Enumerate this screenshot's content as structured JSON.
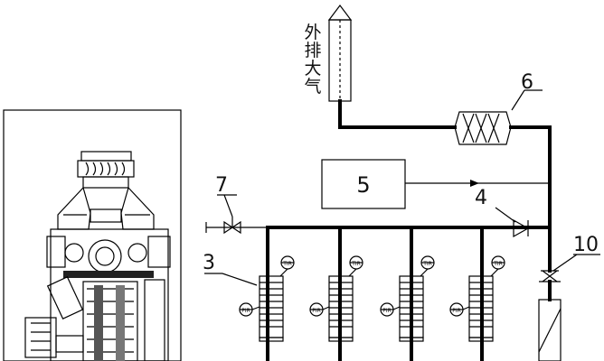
{
  "labels": {
    "vent_text": [
      "外",
      "排",
      "大",
      "气"
    ],
    "num_3": "3",
    "num_4": "4",
    "num_5": "5",
    "num_6": "6",
    "num_7": "7",
    "num_10": "10"
  },
  "instruments": {
    "temp": "TIR",
    "pressure": "PIR"
  }
}
